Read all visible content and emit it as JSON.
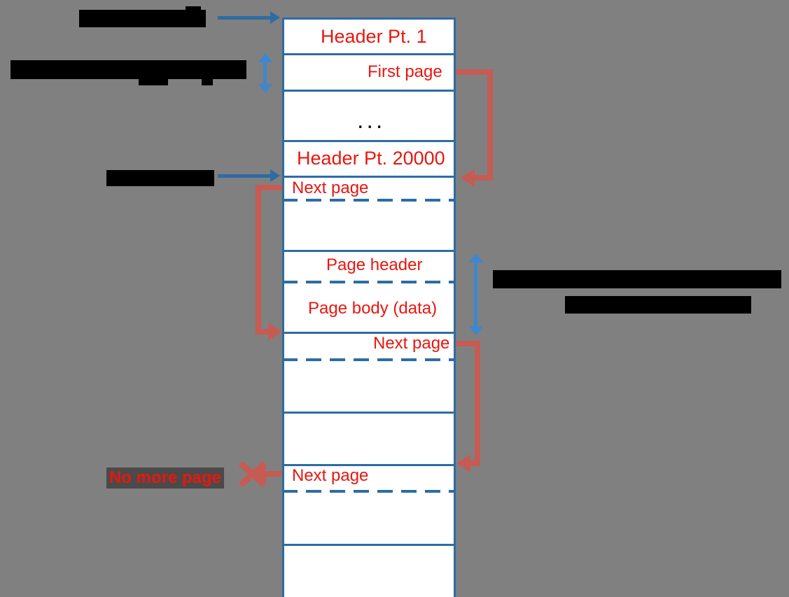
{
  "diagram": {
    "title_redacted": true,
    "background_color": "#808080",
    "column_border_color": "#2E6CA4",
    "label_color": "#E8170F",
    "arrow_color": "#C65B53",
    "blue_arrow_color": "#3C87CF"
  },
  "column_rows": [
    {
      "id": "header-pt-1",
      "label": "Header Pt. 1",
      "align": "center",
      "size": "big"
    },
    {
      "id": "first-page",
      "label": "First page",
      "align": "right",
      "size": "normal"
    },
    {
      "id": "ellipsis",
      "label": "...",
      "align": "center",
      "size": "normal"
    },
    {
      "id": "header-pt-20000",
      "label": "Header Pt. 20000",
      "align": "center",
      "size": "big"
    },
    {
      "id": "next-page-1",
      "label": "Next page",
      "align": "left",
      "size": "normal"
    },
    {
      "id": "page-header",
      "label": "Page header",
      "align": "center",
      "size": "normal"
    },
    {
      "id": "page-body",
      "label": "Page body (data)",
      "align": "center",
      "size": "normal"
    },
    {
      "id": "next-page-2",
      "label": "Next page",
      "align": "right",
      "size": "normal"
    },
    {
      "id": "next-page-3",
      "label": "Next page",
      "align": "left",
      "size": "normal"
    }
  ],
  "annotations": {
    "no_more_page": "No more page",
    "redacted_top_label": "",
    "redacted_left_label": "",
    "redacted_middle_label": "",
    "redacted_right_line_1": "",
    "redacted_right_line_2": ""
  }
}
